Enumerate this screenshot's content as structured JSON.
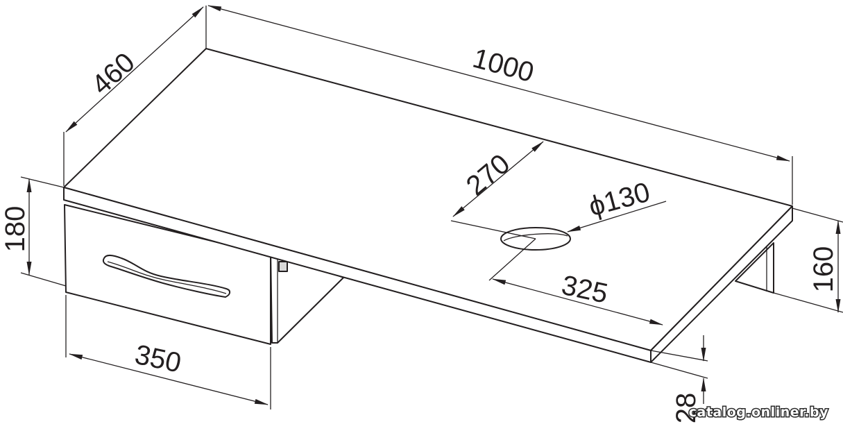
{
  "dimensions": {
    "depth": "460",
    "length": "1000",
    "hole_offset": "270",
    "hole_diameter": "ϕ130",
    "height_left": "180",
    "height_right": "160",
    "hole_from_edge": "325",
    "drawer_width": "350",
    "top_thickness": "28"
  },
  "watermark": "catalog.onliner.by"
}
